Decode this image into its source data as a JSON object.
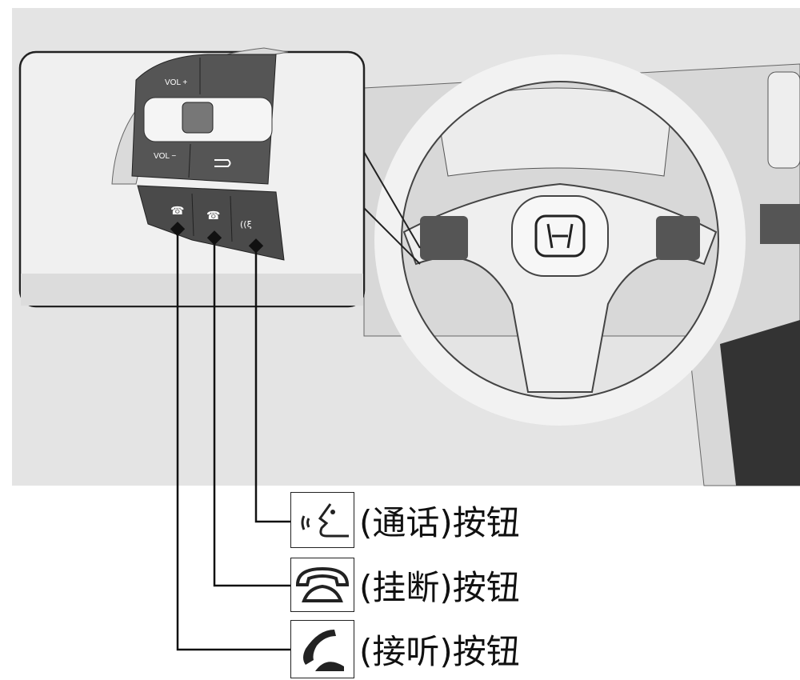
{
  "inset": {
    "buttons": {
      "vol_up": "VOL +",
      "vol_down": "VOL −"
    }
  },
  "legend": [
    {
      "icon": "talk-icon",
      "label": "(通话)按钮"
    },
    {
      "icon": "hang-up-icon",
      "label": "(挂断)按钮"
    },
    {
      "icon": "pick-up-icon",
      "label": "(接听)按钮"
    }
  ]
}
